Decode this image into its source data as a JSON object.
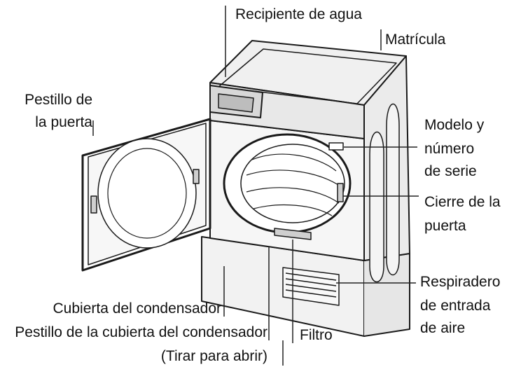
{
  "labels": {
    "recipiente": "Recipiente de agua",
    "matricula": "Matrícula",
    "pestillo": [
      "Pestillo de",
      "la puerta"
    ],
    "modelo": [
      "Modelo y",
      "número",
      "de serie"
    ],
    "cierre": [
      "Cierre de la",
      "puerta"
    ],
    "respiradero": [
      "Respiradero",
      "de entrada",
      "de aire"
    ],
    "cubierta": "Cubierta del condensador",
    "pestillo_cubierta": "Pestillo de la cubierta del condensador",
    "tirar": "(Tirar para abrir)",
    "filtro": "Filtro"
  },
  "colors": {
    "outline": "#1a1a1a",
    "body": "#f4f4f4",
    "shade": "#cfcfcf",
    "line": "#222222"
  }
}
